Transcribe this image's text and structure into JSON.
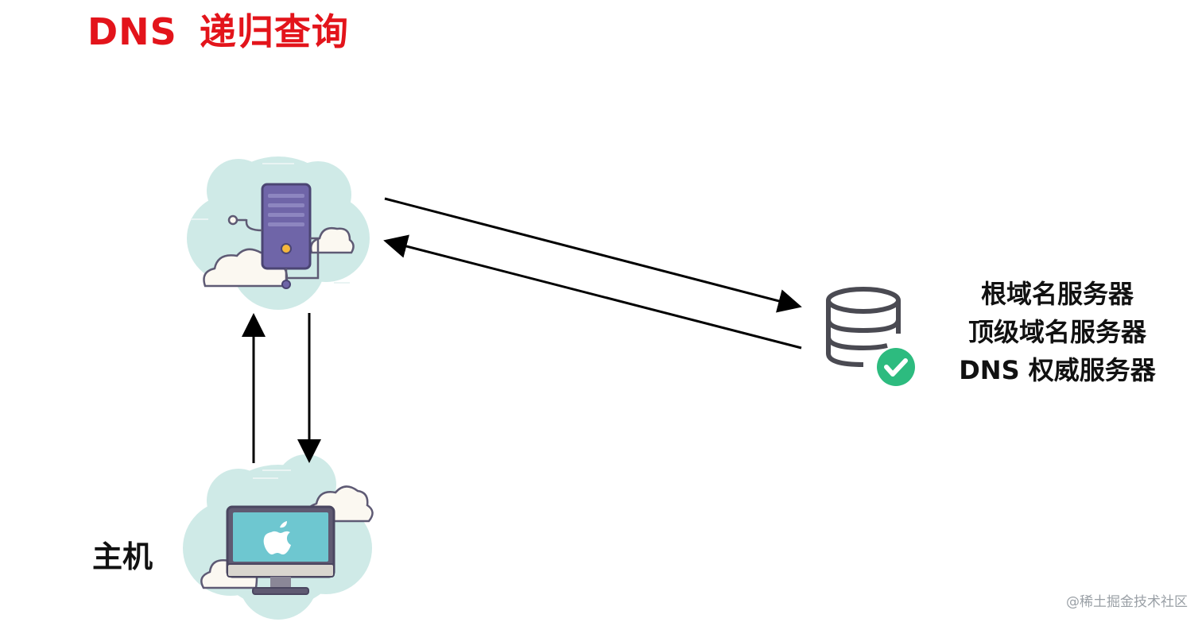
{
  "title": {
    "prefix": "DNS",
    "main": "递归查询"
  },
  "nodes": {
    "resolver": {
      "icon": "cloud-server-icon"
    },
    "host": {
      "icon": "cloud-imac-icon",
      "label": "主机"
    },
    "servers": {
      "icon": "database-check-icon",
      "labels": [
        "根域名服务器",
        "顶级域名服务器",
        "DNS 权威服务器"
      ]
    }
  },
  "watermark": "@稀土掘金技术社区",
  "colors": {
    "title": "#e3141b",
    "cloud": "#cbe9e6",
    "server": "#6e63a6",
    "check": "#2dbb7f",
    "screen": "#6ec7d0"
  }
}
